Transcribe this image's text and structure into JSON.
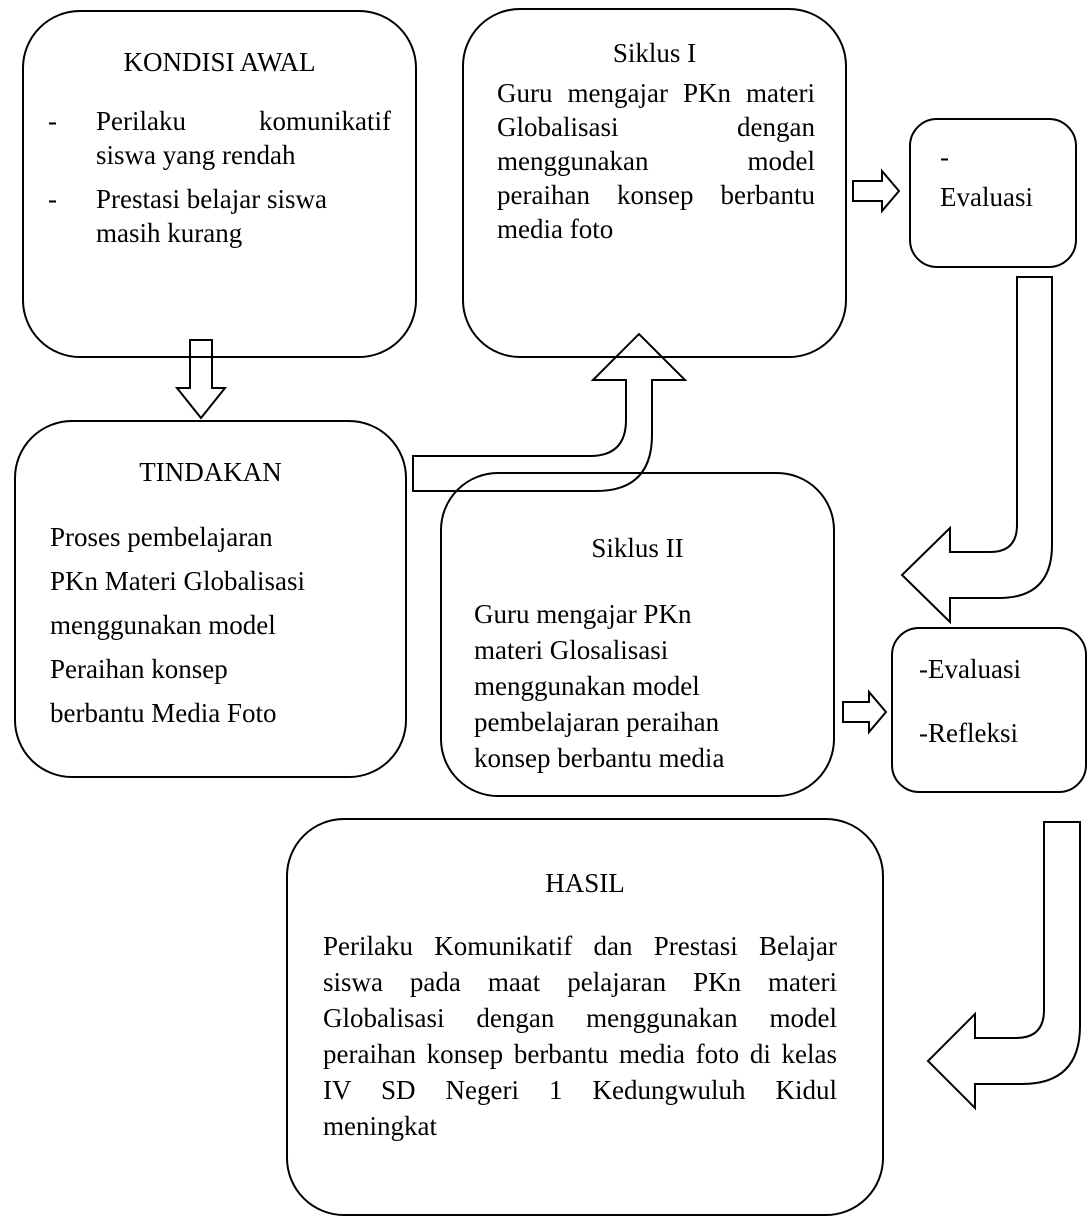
{
  "kondisi_awal": {
    "title": "KONDISI AWAL",
    "items": [
      {
        "bullet": "-",
        "text": "Perilaku komunikatif siswa yang rendah"
      },
      {
        "bullet": "-",
        "text": "Prestasi belajar siswa masih kurang"
      }
    ]
  },
  "siklus_1": {
    "title": "Siklus I",
    "body": "Guru mengajar PKn materi Globalisasi dengan menggunakan model peraihan konsep berbantu media foto"
  },
  "evaluasi_1": {
    "dash": "-",
    "label": "Evaluasi"
  },
  "tindakan": {
    "title": "TINDAKAN",
    "lines": [
      "Proses pembelajaran",
      "PKn Materi Globalisasi",
      "menggunakan model",
      "Peraihan konsep",
      "berbantu Media Foto"
    ]
  },
  "siklus_2": {
    "title": "Siklus II",
    "lines": [
      "Guru mengajar PKn",
      "materi Glosalisasi",
      "menggunakan model",
      "pembelajaran peraihan",
      "konsep berbantu media"
    ]
  },
  "evaluasi_2": {
    "line1": "-Evaluasi",
    "line2": "-Refleksi"
  },
  "hasil": {
    "title": "HASIL",
    "body": "Perilaku Komunikatif dan Prestasi Belajar siswa pada maat pelajaran PKn materi Globalisasi dengan menggunakan model peraihan konsep berbantu media foto di kelas IV SD Negeri 1 Kedungwuluh Kidul meningkat"
  }
}
